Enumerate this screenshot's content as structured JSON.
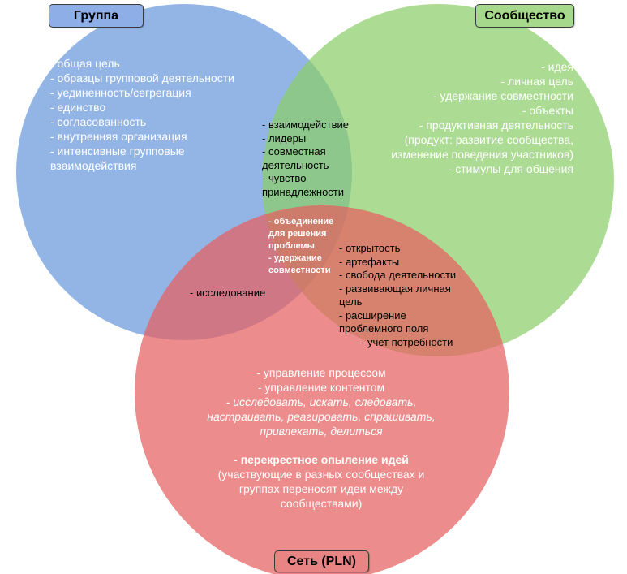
{
  "colors": {
    "group": "#6a98dd",
    "community": "#8ccf69",
    "network": "#e66060",
    "group_label_bg": "#8eaee8",
    "community_label_bg": "#a6d98b",
    "network_label_bg": "#e88484"
  },
  "labels": {
    "group": "Группа",
    "community": "Сообщество",
    "network": "Сеть (PLN)"
  },
  "group_items": [
    "- общая цель",
    "- образцы групповой деятельности",
    "- уединенность/сегрегация",
    "- единство",
    "- согласованность",
    "- внутренняя организация",
    "- интенсивные групповые",
    "взаимодействия"
  ],
  "community_items": [
    "- идея",
    "- личная цель",
    "- удержание совместности",
    "- объекты",
    "- продуктивная деятельность",
    "(продукт: развитие сообщества,",
    "изменение поведения участников)",
    "- стимулы для общения"
  ],
  "group_community_items": [
    "- взаимодействие",
    "- лидеры",
    "- совместная",
    "деятельность",
    "- чувство",
    "принадлежности"
  ],
  "center_items": [
    "- объединение",
    "для решения",
    "проблемы",
    "- удержание",
    "совместности"
  ],
  "group_network_items": [
    "- исследование"
  ],
  "community_network_items": [
    "- открытость",
    "- артефакты",
    "- свобода деятельности",
    "- развивающая личная",
    "цель",
    "- расширение",
    "проблемного поля",
    "- учет потребности"
  ],
  "network_items": {
    "plain": [
      "- управление процессом",
      "- управление контентом"
    ],
    "italic": [
      "- исследовать, искать, следовать,",
      "настраивать, реагировать, спрашивать,",
      "привлекать, делиться"
    ],
    "bold_line": "- перекрестное опыление идей",
    "tail": [
      "(участвующие в разных сообществах и",
      "группах переносят идеи между",
      "сообществами)"
    ]
  }
}
